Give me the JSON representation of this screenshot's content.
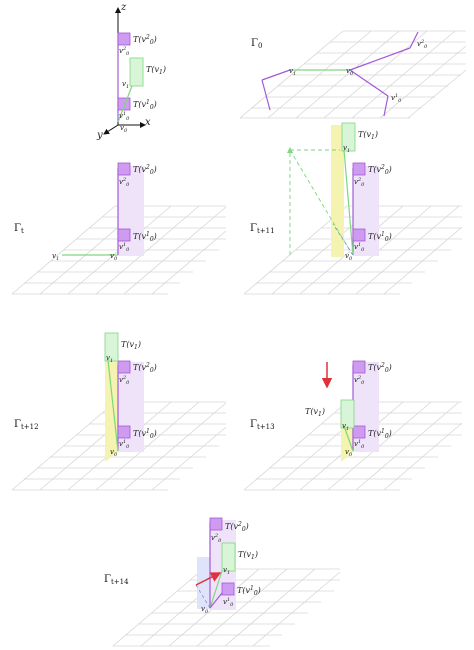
{
  "axes": {
    "z": "z",
    "x": "x",
    "y": "y"
  },
  "vertices": {
    "v0": "v",
    "v1": "v",
    "v0_1": "v",
    "v0_2": "v"
  },
  "labels": {
    "t_v02": "T(v",
    "t_v1": "T(v",
    "t_v01": "T(v"
  },
  "panels": [
    {
      "name": "Γ",
      "sub": "0"
    },
    {
      "name": "Γ",
      "sub": "t"
    },
    {
      "name": "Γ",
      "sub": "t+11"
    },
    {
      "name": "Γ",
      "sub": "t+12"
    },
    {
      "name": "Γ",
      "sub": "t+13"
    },
    {
      "name": "Γ",
      "sub": "t+14"
    }
  ],
  "colors": {
    "purple": "#a259d9",
    "purple_fill": "#cf9bf0",
    "purple_light": "#efe3fa",
    "green": "#7ed67e",
    "green_fill": "#d8f5d8",
    "yellow": "#f4f3b0",
    "blue_light": "#dfe4fb",
    "red": "#e0303a",
    "grid": "#d6d6d6"
  }
}
